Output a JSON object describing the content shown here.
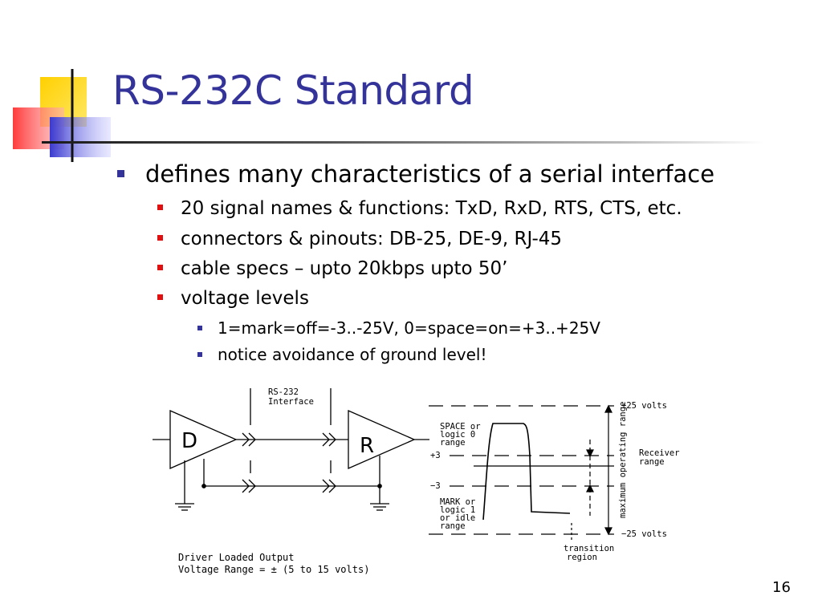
{
  "slide": {
    "title": "RS-232C Standard",
    "page_number": "16"
  },
  "bullets": {
    "main": "defines many characteristics of a serial interface",
    "sub": [
      "20 signal names & functions: TxD, RxD, RTS, CTS, etc.",
      "connectors & pinouts: DB-25, DE-9, RJ-45",
      "cable specs – upto 20kbps upto 50’",
      "voltage levels"
    ],
    "subsub": [
      "1=mark=off=-3..-25V, 0=space=on=+3..+25V",
      "notice avoidance of ground level!"
    ]
  },
  "figure": {
    "rs232_label_1": "RS-232",
    "rs232_label_2": "Interface",
    "driver_letter": "D",
    "receiver_letter": "R",
    "caption_1": "Driver Loaded Output",
    "caption_2": "Voltage Range = ± (5 to 15 volts)",
    "plus25": "+25 volts",
    "minus25": "−25 volts",
    "plus3": "+3",
    "minus3": "−3",
    "space_1": "SPACE or",
    "space_2": "logic 0",
    "space_3": "range",
    "mark_1": "MARK or",
    "mark_2": "logic 1",
    "mark_3": "or idle",
    "mark_4": "range",
    "receiver_1": "Receiver",
    "receiver_2": "range",
    "max_range": "maximum operating range",
    "transition_1": "transition",
    "transition_2": "region"
  },
  "colors": {
    "title": "#333399",
    "bullet_l1": "#333399",
    "bullet_l2": "#e01010",
    "bullet_l3": "#333399"
  }
}
